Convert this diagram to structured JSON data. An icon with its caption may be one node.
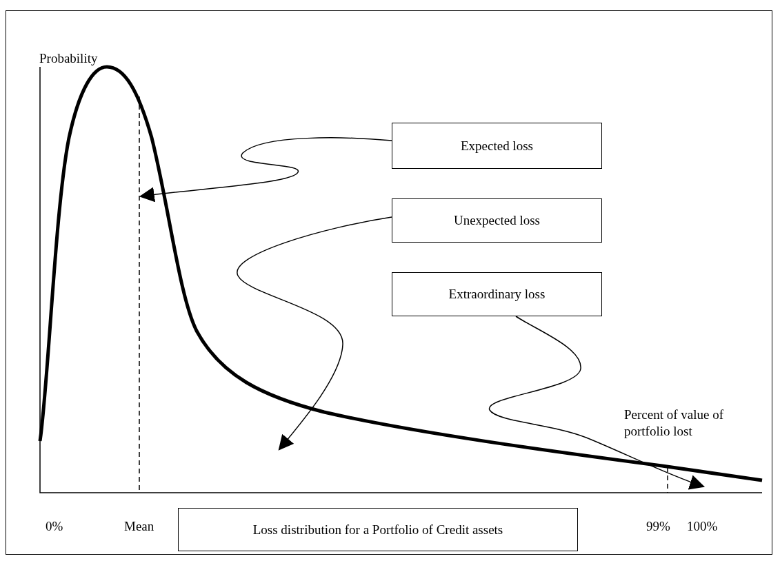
{
  "diagram": {
    "nodes": [
      {
        "text": [
          "Expected loss"
        ]
      },
      {
        "text": [
          "Unexpected loss"
        ]
      },
      {
        "text": [
          "Extraordinary loss"
        ]
      },
      {
        "text": [
          "Loss distribution for a Portfolio of Credit assets"
        ]
      }
    ],
    "edges": [
      {
        "from": 0,
        "to": null,
        "arrow": "to"
      },
      {
        "from": 1,
        "to": null,
        "arrow": "to"
      },
      {
        "from": 2,
        "to": null,
        "arrow": "to"
      }
    ],
    "labels": [
      "Probability",
      "Percent of value of portfolio lost",
      "0%",
      "Mean",
      "99%",
      "100%"
    ]
  }
}
